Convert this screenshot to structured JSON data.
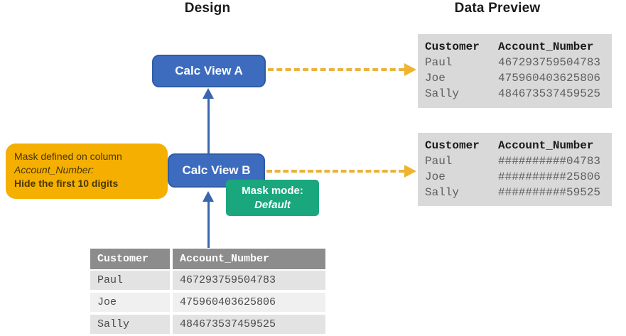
{
  "titles": {
    "design": "Design",
    "data_preview": "Data Preview"
  },
  "nodes": {
    "calc_view_a": {
      "label": "Calc View A"
    },
    "calc_view_b": {
      "label": "Calc View B"
    }
  },
  "callout": {
    "line1": "Mask defined on column",
    "line2": "Account_Number:",
    "line3": "Hide the first 10 digits"
  },
  "mask_mode": {
    "label": "Mask mode:",
    "value": "Default"
  },
  "tables": {
    "preview_top": {
      "headers": [
        "Customer",
        "Account_Number"
      ],
      "rows": [
        [
          "Paul",
          "467293759504783"
        ],
        [
          "Joe",
          "475960403625806"
        ],
        [
          "Sally",
          "484673537459525"
        ]
      ]
    },
    "preview_masked": {
      "headers": [
        "Customer",
        "Account_Number"
      ],
      "rows": [
        [
          "Paul",
          "##########04783"
        ],
        [
          "Joe",
          "##########25806"
        ],
        [
          "Sally",
          "##########59525"
        ]
      ]
    },
    "source": {
      "headers": [
        "Customer",
        "Account_Number"
      ],
      "rows": [
        [
          "Paul",
          "467293759504783"
        ],
        [
          "Joe",
          "475960403625806"
        ],
        [
          "Sally",
          "484673537459525"
        ]
      ]
    }
  },
  "colors": {
    "node_blue": "#3D6CBF",
    "node_border": "#2E5CA6",
    "arrow_blue": "#3A66B0",
    "dashed_gold": "#EAB23E",
    "callout_orange": "#F5AF00",
    "mask_green": "#1BA77D",
    "panel_gray": "#D9D9D9",
    "table_header_gray": "#8C8C8C"
  }
}
